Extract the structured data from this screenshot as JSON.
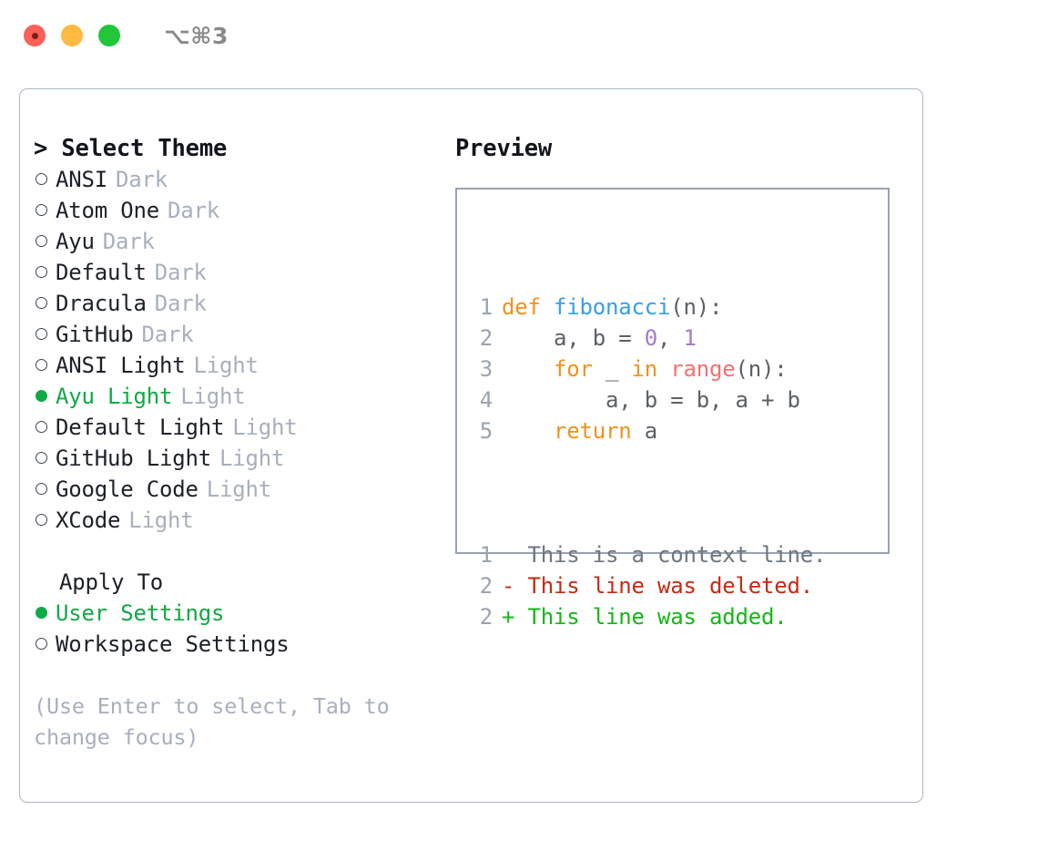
{
  "window": {
    "title": "⌥⌘3",
    "traffic_lights": [
      "close",
      "minimize",
      "maximize"
    ],
    "colors": {
      "close": "#fc6058",
      "minimize": "#fcbb40",
      "maximize": "#22c63a",
      "panel_border": "#aeb6c2",
      "preview_border": "#98a2b3",
      "accent_green": "#11a944",
      "muted": "#a8b0bd"
    }
  },
  "theme_picker": {
    "prompt": "> ",
    "header": "Select Theme",
    "options": [
      {
        "label": "ANSI",
        "variant": "Dark",
        "selected": false
      },
      {
        "label": "Atom One",
        "variant": "Dark",
        "selected": false
      },
      {
        "label": "Ayu",
        "variant": "Dark",
        "selected": false
      },
      {
        "label": "Default",
        "variant": "Dark",
        "selected": false
      },
      {
        "label": "Dracula",
        "variant": "Dark",
        "selected": false
      },
      {
        "label": "GitHub",
        "variant": "Dark",
        "selected": false
      },
      {
        "label": "ANSI Light",
        "variant": "Light",
        "selected": false
      },
      {
        "label": "Ayu Light",
        "variant": "Light",
        "selected": true
      },
      {
        "label": "Default Light",
        "variant": "Light",
        "selected": false
      },
      {
        "label": "GitHub Light",
        "variant": "Light",
        "selected": false
      },
      {
        "label": "Google Code",
        "variant": "Light",
        "selected": false
      },
      {
        "label": "XCode",
        "variant": "Light",
        "selected": false
      }
    ]
  },
  "apply_to": {
    "header": "Apply To",
    "options": [
      {
        "label": "User Settings",
        "selected": true
      },
      {
        "label": "Workspace Settings",
        "selected": false
      }
    ]
  },
  "hint": "(Use Enter to select, Tab to change focus)",
  "preview": {
    "header": "Preview",
    "code_lines": [
      {
        "lineno": "1",
        "tokens": [
          {
            "text": "def ",
            "type": "kw"
          },
          {
            "text": "fibonacci",
            "type": "fn"
          },
          {
            "text": "(n):",
            "type": "plain"
          }
        ]
      },
      {
        "lineno": "2",
        "tokens": [
          {
            "text": "    a, b = ",
            "type": "plain"
          },
          {
            "text": "0",
            "type": "num"
          },
          {
            "text": ", ",
            "type": "plain"
          },
          {
            "text": "1",
            "type": "num"
          }
        ]
      },
      {
        "lineno": "3",
        "tokens": [
          {
            "text": "    ",
            "type": "plain"
          },
          {
            "text": "for",
            "type": "kw"
          },
          {
            "text": " _ ",
            "type": "plain"
          },
          {
            "text": "in",
            "type": "kw"
          },
          {
            "text": " ",
            "type": "plain"
          },
          {
            "text": "range",
            "type": "const"
          },
          {
            "text": "(n):",
            "type": "plain"
          }
        ]
      },
      {
        "lineno": "4",
        "tokens": [
          {
            "text": "        a, b = b, a + b",
            "type": "plain"
          }
        ]
      },
      {
        "lineno": "5",
        "tokens": [
          {
            "text": "    ",
            "type": "plain"
          },
          {
            "text": "return",
            "type": "kw"
          },
          {
            "text": " a",
            "type": "plain"
          }
        ]
      }
    ],
    "diff_lines": [
      {
        "lineno": "1",
        "marker": " ",
        "text": "This is a context line.",
        "kind": "context"
      },
      {
        "lineno": "2",
        "marker": "-",
        "text": "This line was deleted.",
        "kind": "deleted"
      },
      {
        "lineno": "2",
        "marker": "+",
        "text": "This line was added.",
        "kind": "added"
      }
    ],
    "syntax_colors": {
      "keyword": "#f2921d",
      "function": "#399ee6",
      "number": "#a37acc",
      "constant": "#f07171",
      "plain": "#5c6166",
      "lineno": "#9aa3b0",
      "diff_context": "#6e7681",
      "diff_deleted": "#c72a13",
      "diff_added": "#16b518"
    }
  }
}
